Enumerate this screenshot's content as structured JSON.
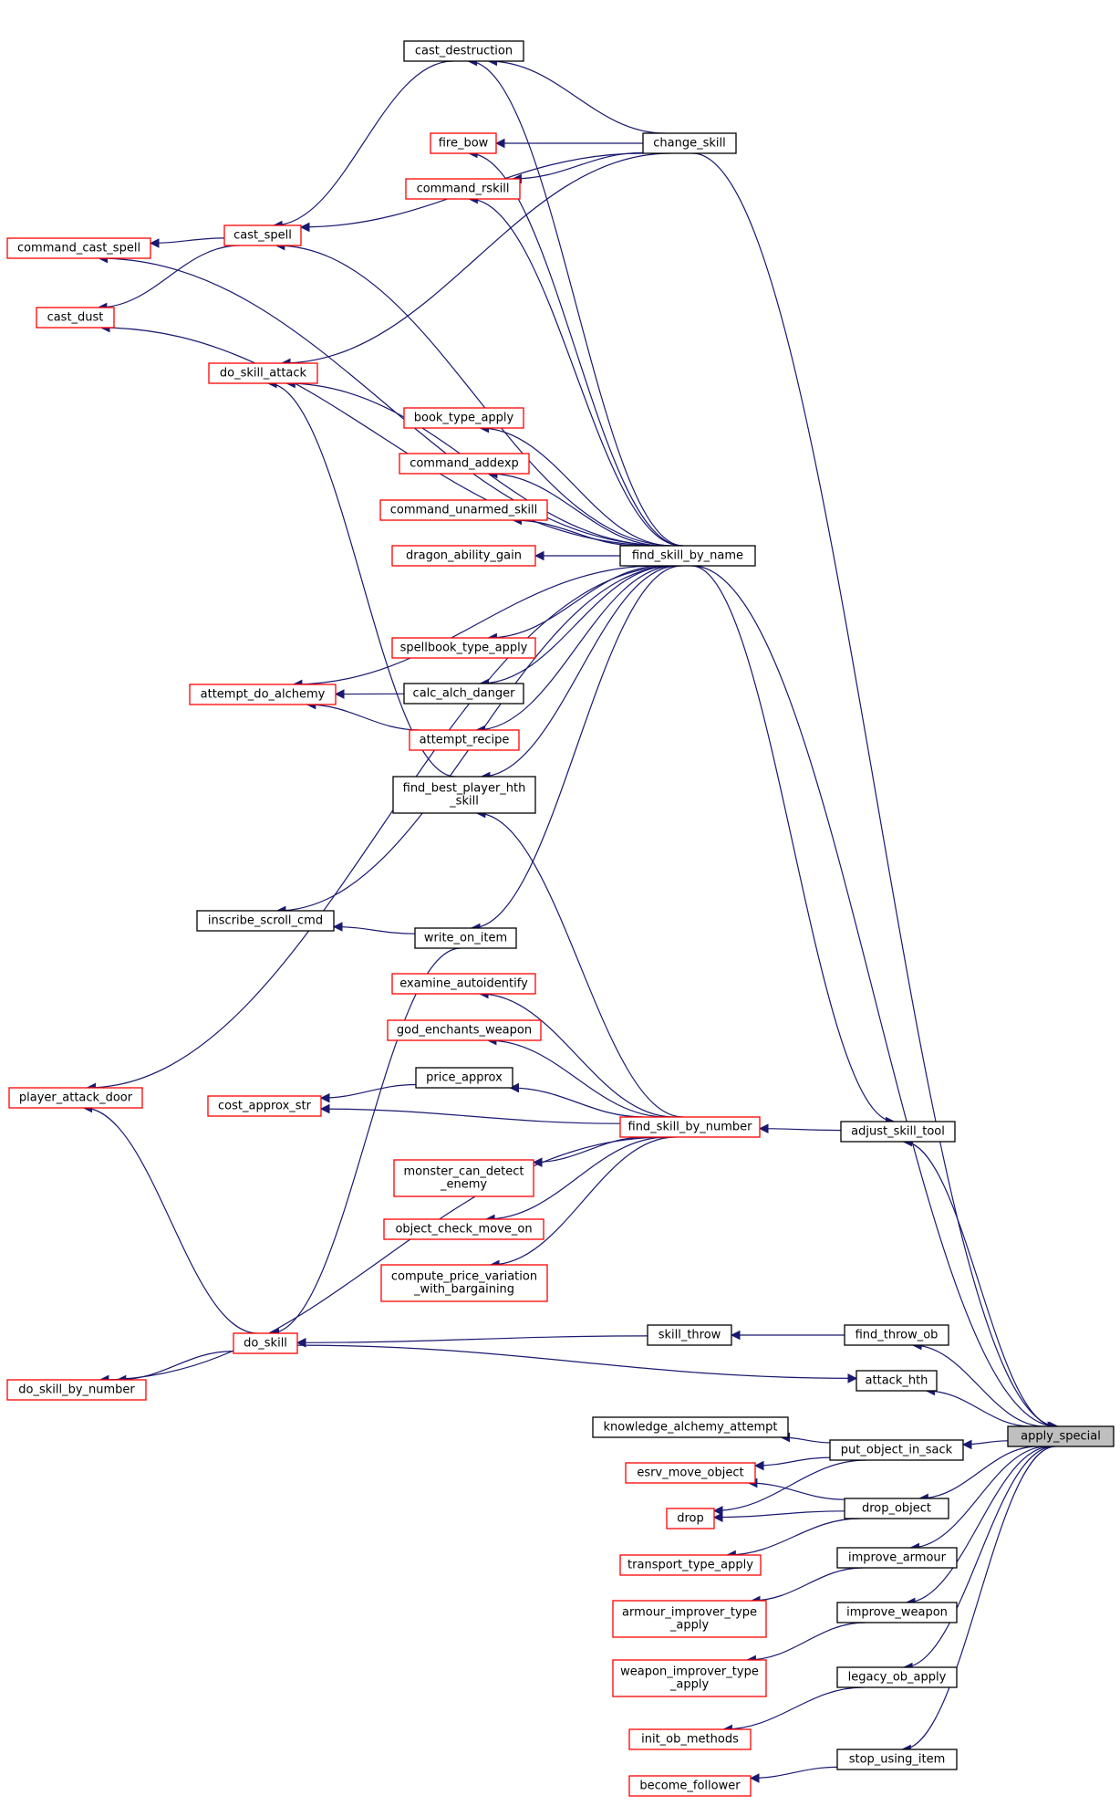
{
  "graph": {
    "colors": {
      "edge": "#191970",
      "border_black": "#000000",
      "border_red": "#ff0000",
      "highlight_fill": "#bfbfbf"
    },
    "nodes": [
      {
        "id": "apply_special",
        "label": "apply_special",
        "border": "black",
        "highlight": true
      },
      {
        "id": "adjust_skill_tool",
        "label": "adjust_skill_tool",
        "border": "black"
      },
      {
        "id": "find_throw_ob",
        "label": "find_throw_ob",
        "border": "black"
      },
      {
        "id": "attack_hth",
        "label": "attack_hth",
        "border": "black"
      },
      {
        "id": "put_object_in_sack",
        "label": "put_object_in_sack",
        "border": "black"
      },
      {
        "id": "drop_object",
        "label": "drop_object",
        "border": "black"
      },
      {
        "id": "improve_armour",
        "label": "improve_armour",
        "border": "black"
      },
      {
        "id": "improve_weapon",
        "label": "improve_weapon",
        "border": "black"
      },
      {
        "id": "legacy_ob_apply",
        "label": "legacy_ob_apply",
        "border": "black"
      },
      {
        "id": "stop_using_item",
        "label": "stop_using_item",
        "border": "black"
      },
      {
        "id": "change_skill",
        "label": "change_skill",
        "border": "black"
      },
      {
        "id": "find_skill_by_name",
        "label": "find_skill_by_name",
        "border": "black"
      },
      {
        "id": "find_skill_by_number",
        "label": "find_skill_by_number",
        "border": "red"
      },
      {
        "id": "cast_destruction",
        "label": "cast_destruction",
        "border": "black"
      },
      {
        "id": "fire_bow",
        "label": "fire_bow",
        "border": "red"
      },
      {
        "id": "command_rskill",
        "label": "command_rskill",
        "border": "red"
      },
      {
        "id": "book_type_apply",
        "label": "book_type_apply",
        "border": "red"
      },
      {
        "id": "command_addexp",
        "label": "command_addexp",
        "border": "red"
      },
      {
        "id": "command_unarmed_skill",
        "label": "command_unarmed_skill",
        "border": "red"
      },
      {
        "id": "dragon_ability_gain",
        "label": "dragon_ability_gain",
        "border": "red"
      },
      {
        "id": "spellbook_type_apply",
        "label": "spellbook_type_apply",
        "border": "red"
      },
      {
        "id": "calc_alch_danger",
        "label": "calc_alch_danger",
        "border": "black"
      },
      {
        "id": "attempt_recipe",
        "label": "attempt_recipe",
        "border": "red"
      },
      {
        "id": "find_best_player_hth_skill",
        "label": [
          "find_best_player_hth",
          "_skill"
        ],
        "border": "black"
      },
      {
        "id": "write_on_item",
        "label": "write_on_item",
        "border": "black"
      },
      {
        "id": "examine_autoidentify",
        "label": "examine_autoidentify",
        "border": "red"
      },
      {
        "id": "god_enchants_weapon",
        "label": "god_enchants_weapon",
        "border": "red"
      },
      {
        "id": "price_approx",
        "label": "price_approx",
        "border": "black"
      },
      {
        "id": "monster_can_detect_enemy",
        "label": [
          "monster_can_detect",
          "_enemy"
        ],
        "border": "red"
      },
      {
        "id": "object_check_move_on",
        "label": "object_check_move_on",
        "border": "red"
      },
      {
        "id": "compute_price_variation_with_bargaining",
        "label": [
          "compute_price_variation",
          "_with_bargaining"
        ],
        "border": "red"
      },
      {
        "id": "skill_throw",
        "label": "skill_throw",
        "border": "black"
      },
      {
        "id": "knowledge_alchemy_attempt",
        "label": "knowledge_alchemy_attempt",
        "border": "black"
      },
      {
        "id": "esrv_move_object",
        "label": "esrv_move_object",
        "border": "red"
      },
      {
        "id": "drop",
        "label": "drop",
        "border": "red"
      },
      {
        "id": "transport_type_apply",
        "label": "transport_type_apply",
        "border": "red"
      },
      {
        "id": "armour_improver_type_apply",
        "label": [
          "armour_improver_type",
          "_apply"
        ],
        "border": "red"
      },
      {
        "id": "weapon_improver_type_apply",
        "label": [
          "weapon_improver_type",
          "_apply"
        ],
        "border": "red"
      },
      {
        "id": "init_ob_methods",
        "label": "init_ob_methods",
        "border": "red"
      },
      {
        "id": "become_follower",
        "label": "become_follower",
        "border": "red"
      },
      {
        "id": "cast_spell",
        "label": "cast_spell",
        "border": "red"
      },
      {
        "id": "do_skill_attack",
        "label": "do_skill_attack",
        "border": "red"
      },
      {
        "id": "attempt_do_alchemy",
        "label": "attempt_do_alchemy",
        "border": "red"
      },
      {
        "id": "inscribe_scroll_cmd",
        "label": "inscribe_scroll_cmd",
        "border": "black"
      },
      {
        "id": "cost_approx_str",
        "label": "cost_approx_str",
        "border": "red"
      },
      {
        "id": "do_skill",
        "label": "do_skill",
        "border": "red"
      },
      {
        "id": "command_cast_spell",
        "label": "command_cast_spell",
        "border": "red"
      },
      {
        "id": "cast_dust",
        "label": "cast_dust",
        "border": "red"
      },
      {
        "id": "player_attack_door",
        "label": "player_attack_door",
        "border": "red"
      },
      {
        "id": "do_skill_by_number",
        "label": "do_skill_by_number",
        "border": "red"
      }
    ],
    "edges": [
      {
        "from": "adjust_skill_tool",
        "to": "apply_special"
      },
      {
        "from": "find_throw_ob",
        "to": "apply_special"
      },
      {
        "from": "attack_hth",
        "to": "apply_special"
      },
      {
        "from": "put_object_in_sack",
        "to": "apply_special"
      },
      {
        "from": "drop_object",
        "to": "apply_special"
      },
      {
        "from": "improve_armour",
        "to": "apply_special"
      },
      {
        "from": "improve_weapon",
        "to": "apply_special"
      },
      {
        "from": "legacy_ob_apply",
        "to": "apply_special"
      },
      {
        "from": "stop_using_item",
        "to": "apply_special"
      },
      {
        "from": "apply_special",
        "to": "change_skill"
      },
      {
        "from": "adjust_skill_tool",
        "to": "find_skill_by_name"
      },
      {
        "from": "find_skill_by_number",
        "to": "adjust_skill_tool"
      },
      {
        "from": "apply_special",
        "to": "find_skill_by_name"
      },
      {
        "from": "cast_destruction",
        "to": "change_skill"
      },
      {
        "from": "fire_bow",
        "to": "change_skill"
      },
      {
        "from": "command_rskill",
        "to": "change_skill"
      },
      {
        "from": "do_skill_attack",
        "to": "change_skill"
      },
      {
        "from": "cast_spell",
        "to": "change_skill"
      },
      {
        "from": "cast_spell",
        "to": "cast_destruction"
      },
      {
        "from": "command_cast_spell",
        "to": "cast_spell"
      },
      {
        "from": "cast_dust",
        "to": "cast_spell"
      },
      {
        "from": "cast_destruction",
        "to": "find_skill_by_name"
      },
      {
        "from": "fire_bow",
        "to": "find_skill_by_name"
      },
      {
        "from": "command_rskill",
        "to": "find_skill_by_name"
      },
      {
        "from": "cast_spell",
        "to": "find_skill_by_name"
      },
      {
        "from": "command_cast_spell",
        "to": "find_skill_by_name"
      },
      {
        "from": "cast_dust",
        "to": "find_skill_by_name"
      },
      {
        "from": "do_skill_attack",
        "to": "find_skill_by_name"
      },
      {
        "from": "book_type_apply",
        "to": "find_skill_by_name"
      },
      {
        "from": "command_addexp",
        "to": "find_skill_by_name"
      },
      {
        "from": "command_unarmed_skill",
        "to": "find_skill_by_name"
      },
      {
        "from": "dragon_ability_gain",
        "to": "find_skill_by_name"
      },
      {
        "from": "spellbook_type_apply",
        "to": "find_skill_by_name"
      },
      {
        "from": "calc_alch_danger",
        "to": "find_skill_by_name"
      },
      {
        "from": "attempt_recipe",
        "to": "find_skill_by_name"
      },
      {
        "from": "find_best_player_hth_skill",
        "to": "find_skill_by_name"
      },
      {
        "from": "attempt_do_alchemy",
        "to": "find_skill_by_name"
      },
      {
        "from": "inscribe_scroll_cmd",
        "to": "find_skill_by_name"
      },
      {
        "from": "player_attack_door",
        "to": "find_skill_by_name"
      },
      {
        "from": "attempt_do_alchemy",
        "to": "calc_alch_danger"
      },
      {
        "from": "attempt_do_alchemy",
        "to": "attempt_recipe"
      },
      {
        "from": "do_skill_attack",
        "to": "find_best_player_hth_skill"
      },
      {
        "from": "find_best_player_hth_skill",
        "to": "find_skill_by_number"
      },
      {
        "from": "inscribe_scroll_cmd",
        "to": "write_on_item"
      },
      {
        "from": "do_skill",
        "to": "write_on_item"
      },
      {
        "from": "write_on_item",
        "to": "find_skill_by_name"
      },
      {
        "from": "examine_autoidentify",
        "to": "find_skill_by_number"
      },
      {
        "from": "god_enchants_weapon",
        "to": "find_skill_by_number"
      },
      {
        "from": "price_approx",
        "to": "find_skill_by_number"
      },
      {
        "from": "cost_approx_str",
        "to": "price_approx"
      },
      {
        "from": "cost_approx_str",
        "to": "find_skill_by_number"
      },
      {
        "from": "monster_can_detect_enemy",
        "to": "find_skill_by_number"
      },
      {
        "from": "object_check_move_on",
        "to": "find_skill_by_number"
      },
      {
        "from": "compute_price_variation_with_bargaining",
        "to": "find_skill_by_number"
      },
      {
        "from": "do_skill_by_number",
        "to": "find_skill_by_number"
      },
      {
        "from": "player_attack_door",
        "to": "do_skill"
      },
      {
        "from": "do_skill_by_number",
        "to": "do_skill"
      },
      {
        "from": "do_skill",
        "to": "skill_throw"
      },
      {
        "from": "skill_throw",
        "to": "find_throw_ob"
      },
      {
        "from": "attack_hth",
        "to": "do_skill"
      },
      {
        "from": "knowledge_alchemy_attempt",
        "to": "put_object_in_sack"
      },
      {
        "from": "esrv_move_object",
        "to": "put_object_in_sack"
      },
      {
        "from": "drop",
        "to": "put_object_in_sack"
      },
      {
        "from": "esrv_move_object",
        "to": "drop_object"
      },
      {
        "from": "drop",
        "to": "drop_object"
      },
      {
        "from": "transport_type_apply",
        "to": "drop_object"
      },
      {
        "from": "armour_improver_type_apply",
        "to": "improve_armour"
      },
      {
        "from": "weapon_improver_type_apply",
        "to": "improve_weapon"
      },
      {
        "from": "init_ob_methods",
        "to": "legacy_ob_apply"
      },
      {
        "from": "become_follower",
        "to": "stop_using_item"
      }
    ]
  }
}
